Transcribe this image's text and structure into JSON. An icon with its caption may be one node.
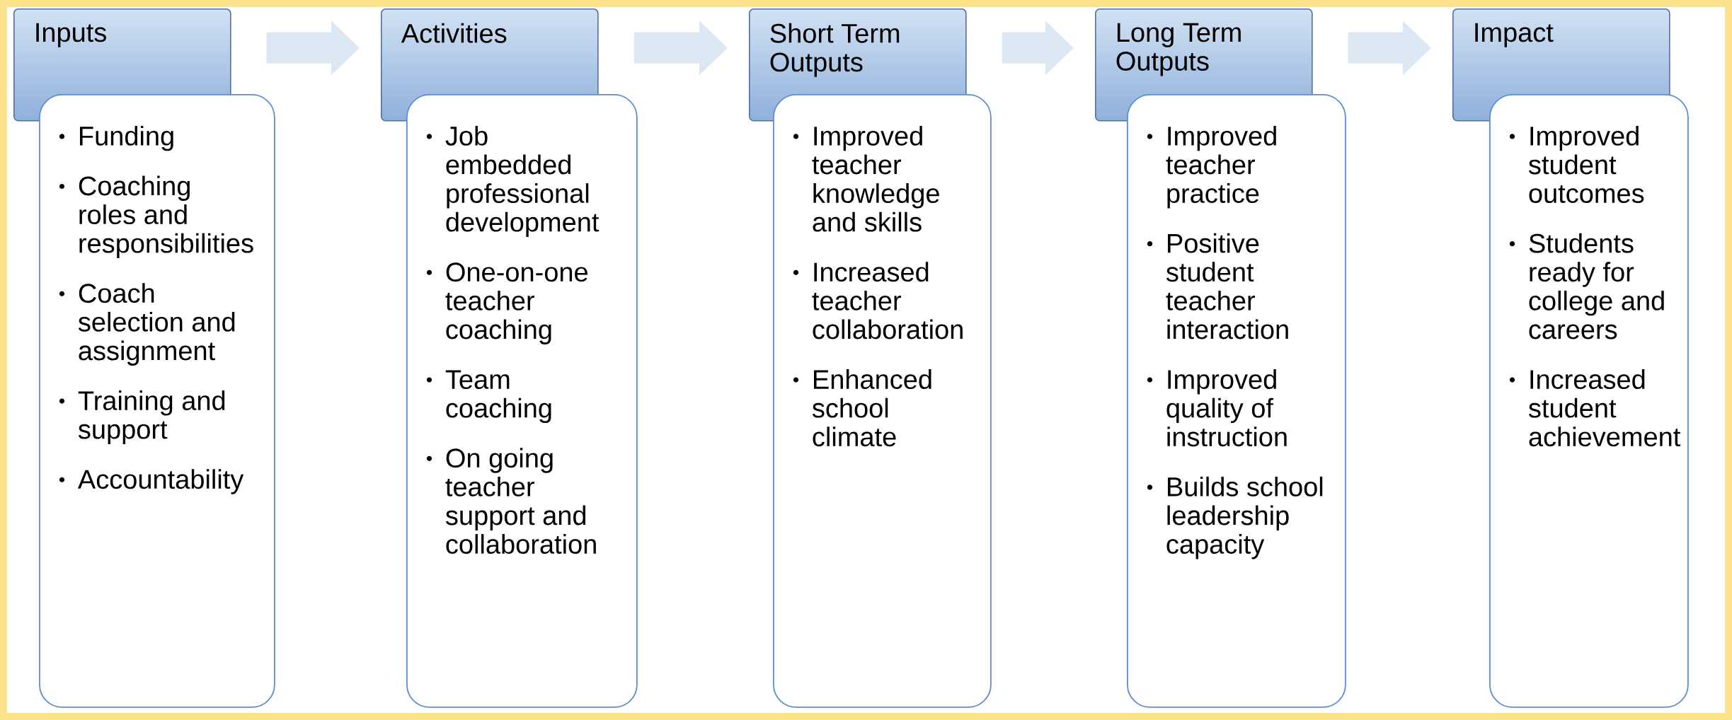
{
  "diagram": {
    "nodes": [
      {
        "text": [
          "Inputs"
        ]
      },
      {
        "text": [
          "Funding",
          "Coaching roles and responsibilities",
          "Coach selection and assignment",
          "Training and support",
          "Accountability"
        ]
      },
      {
        "text": [
          "Activities"
        ]
      },
      {
        "text": [
          "Job embedded professional development",
          "One-on-one teacher coaching",
          "Team coaching",
          "On going teacher support and collaboration"
        ]
      },
      {
        "text": [
          "Short Term Outputs"
        ]
      },
      {
        "text": [
          "Improved teacher knowledge and skills",
          "Increased teacher collaboration",
          "Enhanced school climate"
        ]
      },
      {
        "text": [
          "Long Term Outputs"
        ]
      },
      {
        "text": [
          "Improved teacher practice",
          "Positive student teacher interaction",
          "Improved quality of instruction",
          "Builds school leadership capacity"
        ]
      },
      {
        "text": [
          "Impact"
        ]
      },
      {
        "text": [
          "Improved student outcomes",
          "Students ready for college and careers",
          "Increased student achievement"
        ]
      }
    ],
    "edges": [
      {
        "from": 0,
        "to": 2,
        "arrow": "to"
      },
      {
        "from": 2,
        "to": 4,
        "arrow": "to"
      },
      {
        "from": 4,
        "to": 6,
        "arrow": "to"
      },
      {
        "from": 6,
        "to": 8,
        "arrow": "to"
      }
    ]
  }
}
